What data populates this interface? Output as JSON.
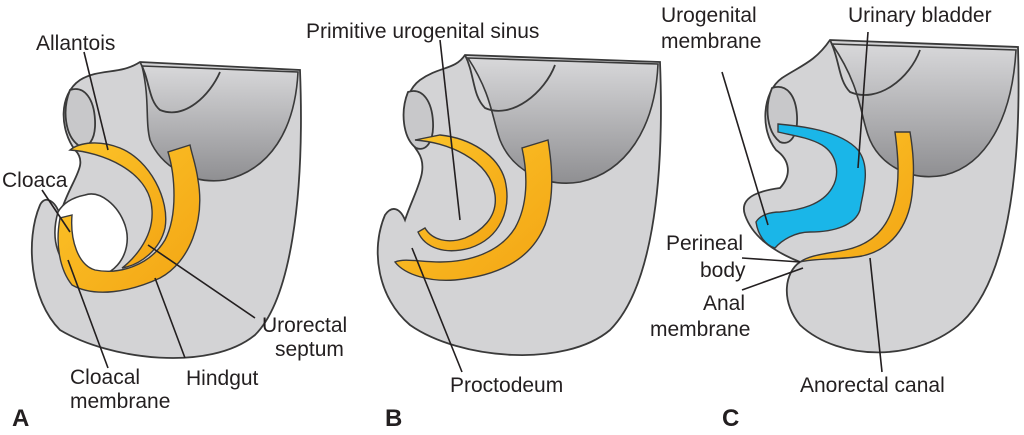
{
  "panels": [
    {
      "letter": "A",
      "labels": {
        "allantois": "Allantois",
        "cloaca": "Cloaca",
        "urorectal_line1": "Urorectal",
        "urorectal_line2": "septum",
        "hindgut": "Hindgut",
        "cloacal_line1": "Cloacal",
        "cloacal_line2": "membrane"
      }
    },
    {
      "letter": "B",
      "labels": {
        "sinus": "Primitive urogenital sinus",
        "proctodeum": "Proctodeum"
      }
    },
    {
      "letter": "C",
      "labels": {
        "urogenital_line1": "Urogenital",
        "urogenital_line2": "membrane",
        "bladder": "Urinary bladder",
        "perineal_line1": "Perineal",
        "perineal_line2": "body",
        "anal_line1": "Anal",
        "anal_line2": "membrane",
        "anorectal": "Anorectal canal"
      }
    }
  ],
  "colors": {
    "tissue": "#d3d3d5",
    "tissue_dark": "#a9a9ac",
    "gut": "#f8b81c",
    "bladder": "#1ab6e8",
    "line": "#231f20"
  }
}
